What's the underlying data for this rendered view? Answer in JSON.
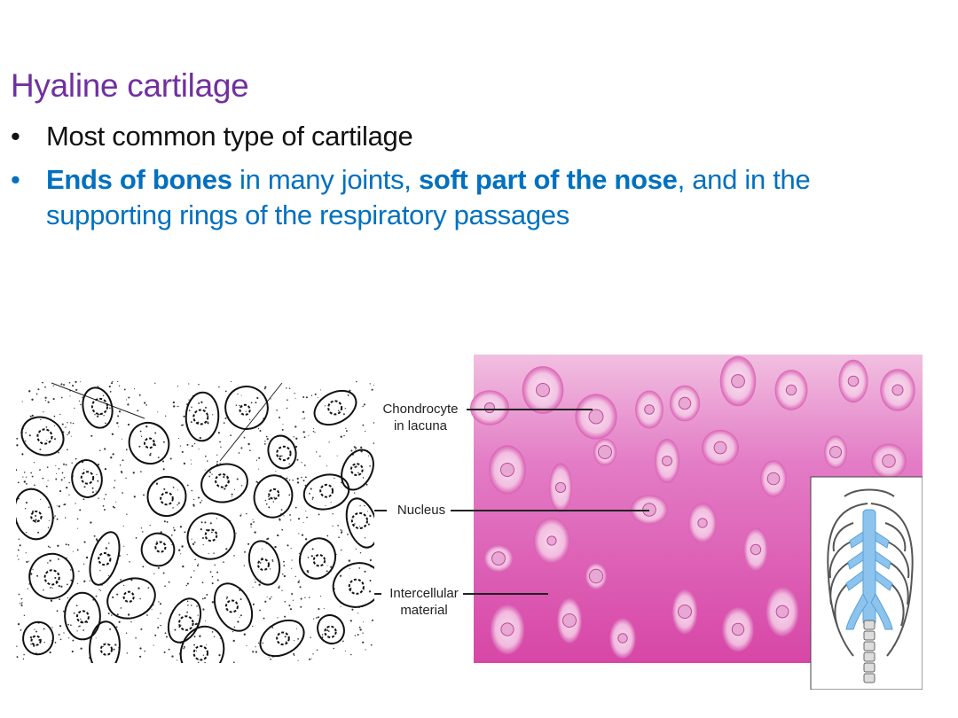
{
  "slide": {
    "title": "Hyaline cartilage",
    "bullets": [
      {
        "text": "Most common type of cartilage"
      },
      {
        "parts": [
          {
            "text": "Ends of bones",
            "bold": true
          },
          {
            "text": " in many joints, ",
            "bold": false
          },
          {
            "text": "soft part of the nose",
            "bold": true
          },
          {
            "text": ", and in the supporting rings of the respiratory passages",
            "bold": false
          }
        ]
      }
    ]
  },
  "figure": {
    "callouts": [
      {
        "line1": "Chondrocyte",
        "line2": "in lacuna"
      },
      {
        "line1": "Nucleus",
        "line2": ""
      },
      {
        "line1": "Intercellular",
        "line2": "material"
      }
    ]
  },
  "colors": {
    "title": "#7030a0",
    "accent_blue": "#0070c0",
    "stain_pink": "#d44aa8",
    "rib_blue": "#7fb8e6"
  }
}
